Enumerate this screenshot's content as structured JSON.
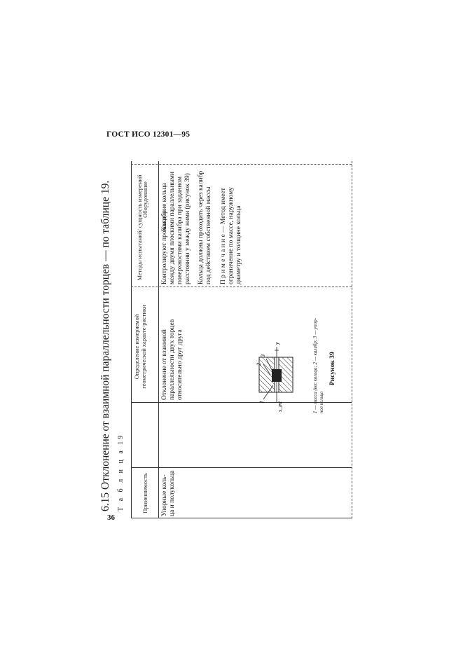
{
  "document": {
    "header": "ГОСТ ИСО 12301—95",
    "page_number": "36",
    "section_heading": "6.15 Отклонение от взаимной параллельности торцев — по таблице 19.",
    "table_caption": "Т а б л и ц а  19"
  },
  "table": {
    "headers": {
      "col1": "Применяемость",
      "col2": "Определение измеряемой геометрической характе-ристики",
      "col3": "Методы испытаний/ сущность измерений",
      "col4": "Оборудование"
    },
    "row": {
      "applicability": "Упорные коль-ца и полукольца",
      "definition": "Отклонение от взаимной параллельности двух торцев относительно друг друга",
      "method_p1": "Контролируют прохождение кольца между двумя плоскими параллельными поверхностями калибра при заданном расстоянии у между ними (рисунок 39)",
      "method_p2": "Кольца должны проходить через калибр под действием собственной массы",
      "method_note": "П р и м е ч а н и е — Метод имеет ограничение по массе, наружному диаметру и толщине кольца",
      "equipment": "Калибр"
    }
  },
  "figure": {
    "label_1": "1",
    "label_2": "2",
    "label_3": "3",
    "label_y": "y",
    "label_s": "s_mt",
    "caption_legend": "1 — масса (вес кольца; 2 — калибр; 3 — упор-ное кольцо",
    "caption_title": "Рисунок 39"
  }
}
